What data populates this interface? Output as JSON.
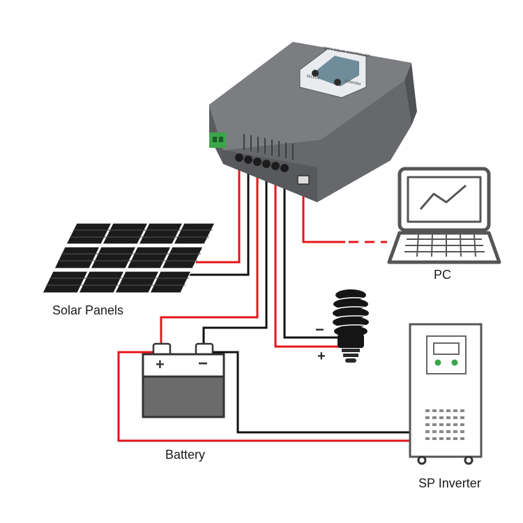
{
  "labels": {
    "solar_panels": "Solar Panels",
    "pc": "PC",
    "battery": "Battery",
    "inverter": "SP Inverter"
  },
  "controller": {
    "screen_title": "MPPT SOLAR CONTROLLER",
    "select_label": "SELECT",
    "confirm_label": "CONFIRM"
  },
  "signs": {
    "battery_plus": "+",
    "battery_minus": "−",
    "load_minus": "−",
    "load_plus": "+"
  },
  "colors": {
    "positive_wire": "#e3151a",
    "negative_wire": "#111111",
    "device_body": "#6d6f72",
    "link_wire": "#e3151a"
  },
  "icons": [
    "solar-panel-icon",
    "laptop-icon",
    "battery-icon",
    "cfl-bulb-icon",
    "inverter-icon",
    "charge-controller-icon"
  ]
}
